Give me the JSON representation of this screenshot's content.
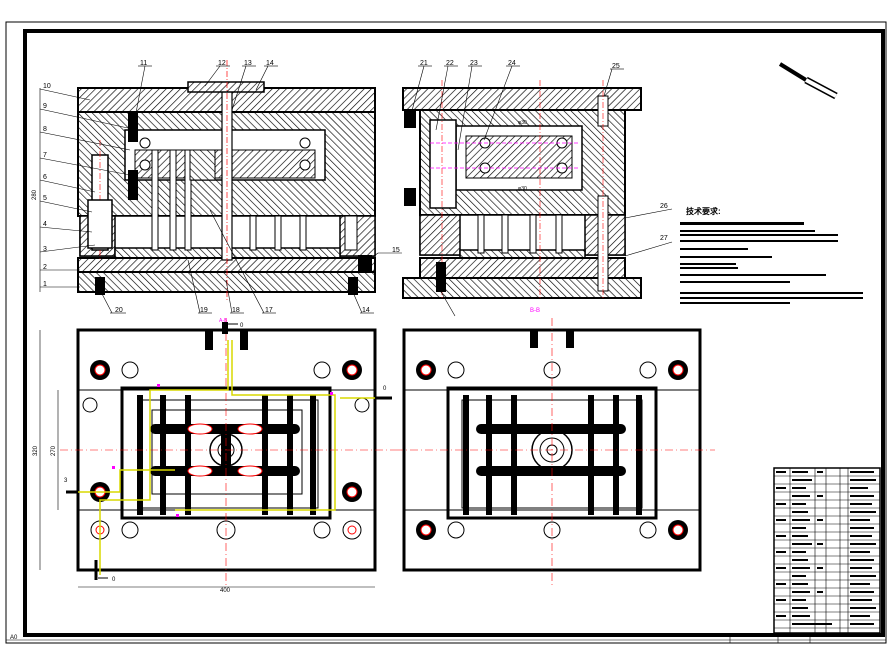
{
  "drawing": {
    "title_notes": "技术要求:",
    "section_label": "B-B",
    "corner_mark": "A0"
  },
  "top_left_view": {
    "callouts": [
      "1",
      "2",
      "3",
      "4",
      "5",
      "6",
      "7",
      "8",
      "9",
      "10",
      "11",
      "12",
      "13",
      "14",
      "15",
      "14",
      "17",
      "18",
      "19",
      "20"
    ],
    "dim_height": "280"
  },
  "top_right_view": {
    "callouts": [
      "21",
      "22",
      "23",
      "24",
      "25",
      "26",
      "27"
    ],
    "inner_dim_1": "φ30",
    "inner_dim_2": "φ30"
  },
  "bottom_left_view": {
    "dim_width": "400",
    "dim_height_outer": "320",
    "dim_height_inner": "270",
    "section_mark_top": "A-B",
    "water_label": "0",
    "water_label_2": "0",
    "water_label_3": "3",
    "water_label_4": "0"
  },
  "colors": {
    "line": "#000000",
    "center_line": "#ff0000",
    "cooling": "#d8d800",
    "magenta": "#ff00ff",
    "hatch": "#000000"
  }
}
